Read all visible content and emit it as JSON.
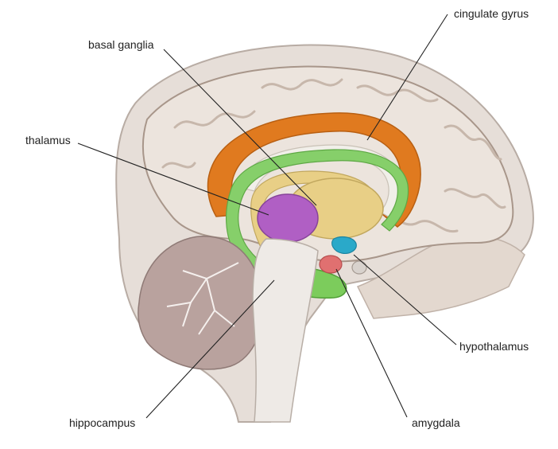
{
  "labels": {
    "cingulate_gyrus": "cingulate gyrus",
    "basal_ganglia": "basal ganglia",
    "thalamus": "thalamus",
    "hypothalamus": "hypothalamus",
    "hippocampus": "hippocampus",
    "amygdala": "amygdala"
  },
  "colors": {
    "cingulate_gyrus": "#e07a1f",
    "basal_ganglia": "#e8cf86",
    "thalamus": "#b05fc4",
    "hypothalamus": "#2aa9c9",
    "hippocampus": "#7ccc5c",
    "amygdala": "#e07070",
    "cortex": "#ece4dd",
    "skull": "#dcd3cc",
    "cerebellum": "#b9a29e"
  }
}
